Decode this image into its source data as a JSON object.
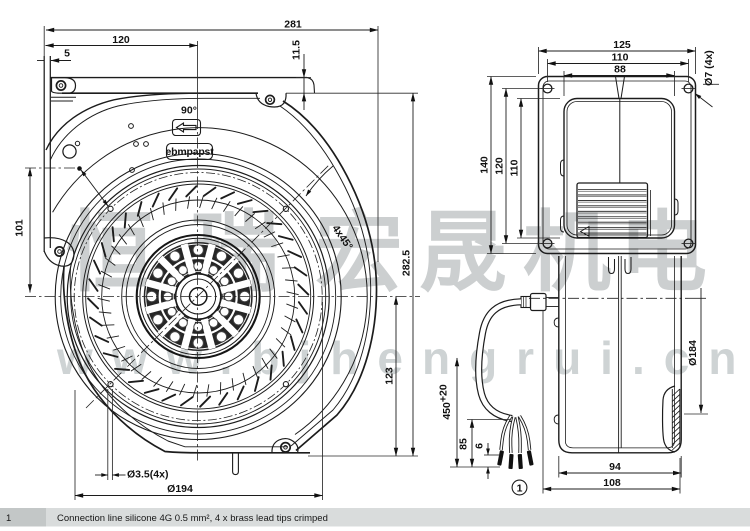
{
  "watermark": {
    "chars": [
      "恒",
      "瑞",
      "宏",
      "晟",
      "机",
      "电"
    ],
    "url": "www.bjhengrui.cn",
    "color": "#cccfd0"
  },
  "footer": {
    "index": "1",
    "note": "Connection line silicone 4G 0.5 mm², 4 x brass lead tips crimped",
    "bar_color": "#d9dcdc",
    "index_box_color": "#c3c7c7"
  },
  "front_view": {
    "logo": "ebmpapst",
    "dims": {
      "overall_width": "281",
      "inlet_center": "120",
      "wall_offset": "5",
      "top_offset": "11.5",
      "rotation": "90°",
      "left_height": "101",
      "hole_pattern": "4x45°",
      "overall_height": "282.5",
      "center_height": "123",
      "hole_dia": "Ø3.5(4x)",
      "bolt_circle": "Ø194"
    }
  },
  "side_view": {
    "dims": {
      "flange_width": "125",
      "hole_spacing_h": "110",
      "inner_width": "88",
      "flange_hole": "Ø7 (4x)",
      "flange_height": "140",
      "hole_spacing_v": "120",
      "inner_height": "110",
      "cable_length": "450",
      "cable_tolerance": "+20",
      "impeller_dia": "Ø184",
      "strip_length": "85",
      "tip_length": "6",
      "body_depth": "94",
      "total_depth": "108"
    },
    "callout": "1"
  }
}
